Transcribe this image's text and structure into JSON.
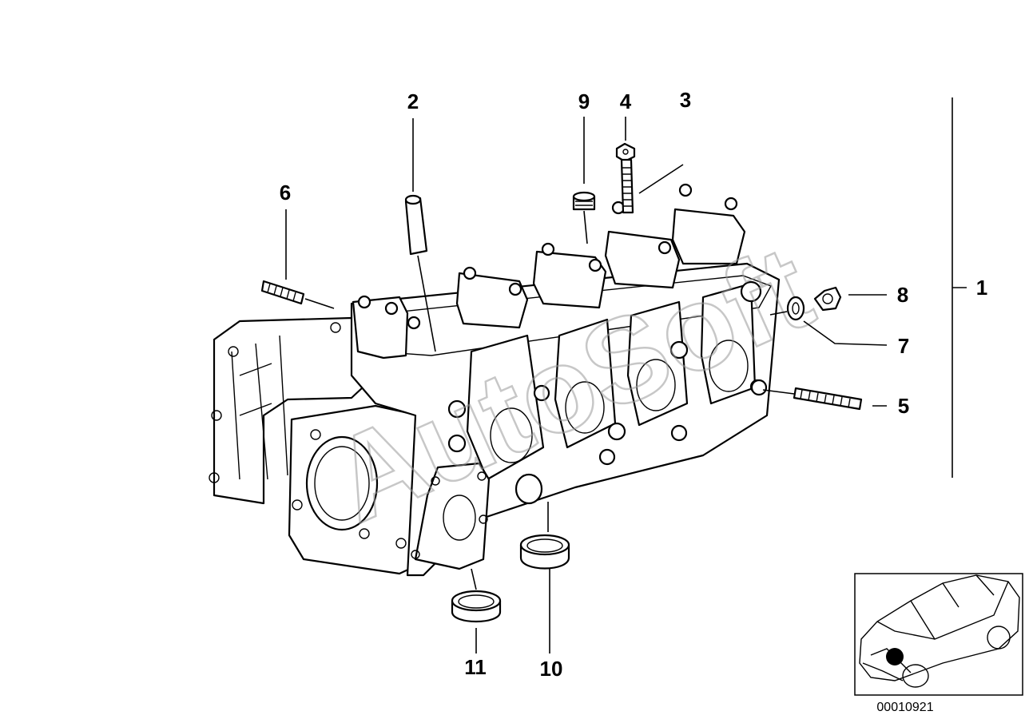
{
  "diagram": {
    "callouts": {
      "c1": "1",
      "c2": "2",
      "c3": "3",
      "c4": "4",
      "c5": "5",
      "c6": "6",
      "c7": "7",
      "c8": "8",
      "c9": "9",
      "c10": "10",
      "c11": "11"
    },
    "reference_number": "00010921",
    "watermark": "AutoSoft"
  }
}
